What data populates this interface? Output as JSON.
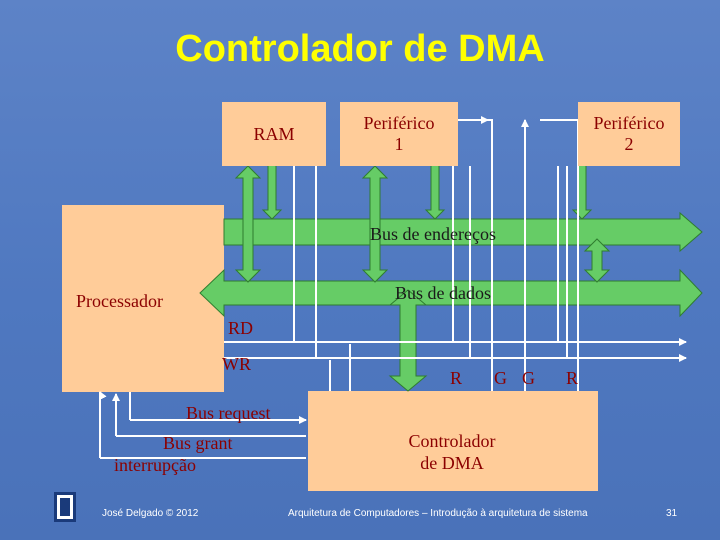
{
  "title": "Controlador de DMA",
  "blocks": {
    "ram": "RAM",
    "periferico1": "Periférico\n1",
    "periferico2": "Periférico\n2",
    "processador": "Processador",
    "dma": "Controlador\nde DMA"
  },
  "buses": {
    "enderecos": "Bus de endereços",
    "dados": "Bus de dados"
  },
  "signals": {
    "rd": "RD",
    "wr": "WR",
    "r1": "R",
    "g1": "G",
    "g2": "G",
    "r2": "R",
    "bus_request": "Bus request",
    "bus_grant": "Bus grant",
    "interrupcao": "interrupção"
  },
  "footer": {
    "author": "José Delgado © 2012",
    "course": "Arquitetura de Computadores – Introdução à arquitetura de sistema",
    "page": "31"
  },
  "colors": {
    "title": "#ffff00",
    "box": "#ffcc99",
    "bus": "#66cc66",
    "label": "#8b0000"
  }
}
